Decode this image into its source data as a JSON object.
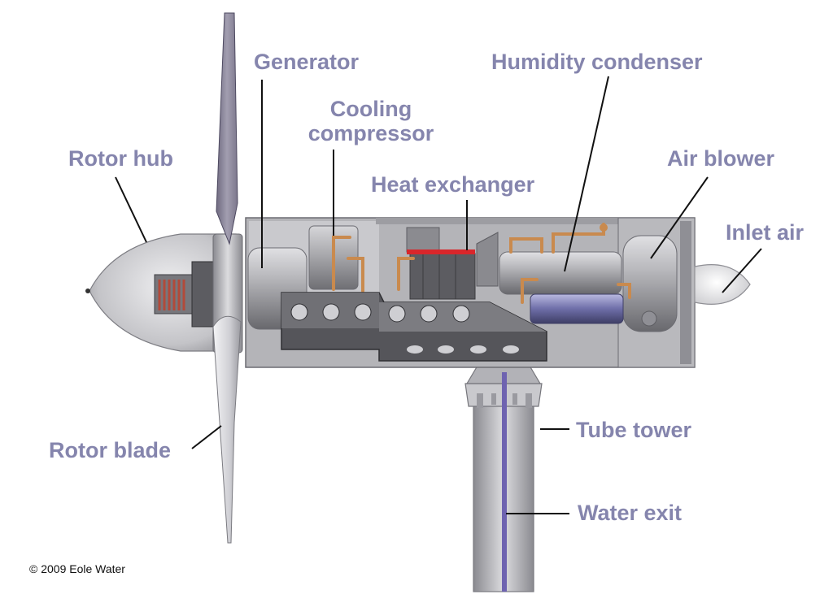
{
  "diagram": {
    "labels": {
      "generator": "Generator",
      "humidity_condenser": "Humidity condenser",
      "cooling_compressor_line1": "Cooling",
      "cooling_compressor_line2": "compressor",
      "rotor_hub": "Rotor hub",
      "air_blower": "Air blower",
      "heat_exchanger": "Heat exchanger",
      "inlet_air": "Inlet air",
      "tube_tower": "Tube tower",
      "rotor_blade": "Rotor blade",
      "water_exit": "Water exit"
    },
    "credit": "© 2009 Eole Water",
    "colors": {
      "label": "#8585ad",
      "leader": "#111111",
      "water_line": "#6e63b0",
      "heat_exchanger_bar": "#d9262b",
      "copper_pipe": "#c98a4e",
      "nacelle": "#a7a7ab",
      "blade": "#8d8a99"
    }
  }
}
